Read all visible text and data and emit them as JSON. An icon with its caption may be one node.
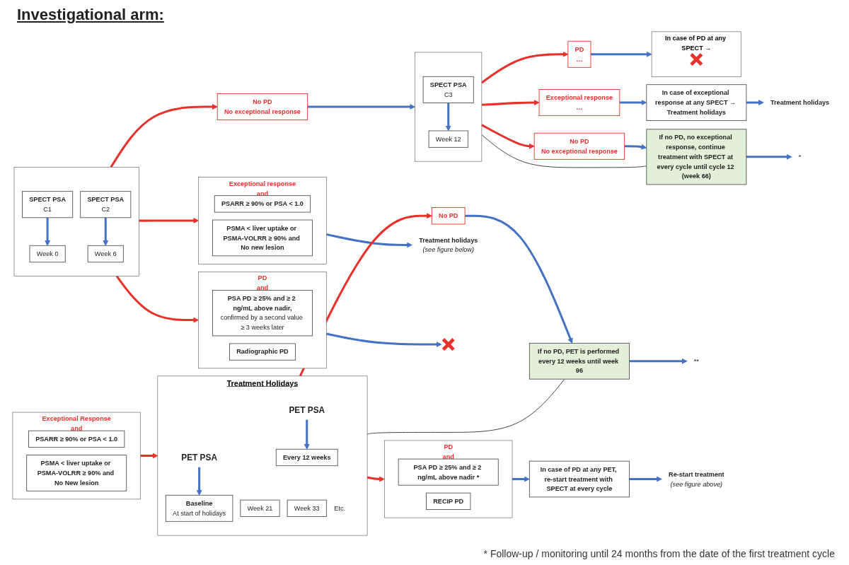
{
  "diagram": {
    "title": "Investigational arm:",
    "nodes": [
      {
        "text": [],
        "shape": "box"
      },
      {
        "text": [
          "SPECT PSA",
          "C1"
        ],
        "in": 0
      },
      {
        "text": [
          "SPECT PSA",
          "C2"
        ],
        "in": 0
      },
      {
        "text": [
          "Week 0"
        ],
        "in": 0
      },
      {
        "text": [
          "Week 6"
        ],
        "in": 0
      },
      {
        "text": [
          "Exceptional response",
          "and"
        ]
      },
      {
        "text": [
          "PSARR ≥ 90% or PSA < 1.0"
        ],
        "in": 5
      },
      {
        "text": [
          "PSMA < liver uptake or PSMA-VOLRR ≥ 90% and No new lesion"
        ],
        "in": 5
      },
      {
        "text": [
          "No PD",
          "No exceptional response"
        ]
      },
      {
        "text": [
          "PD",
          "and"
        ]
      },
      {
        "text": [
          "PSA PD ≥ 25% and ≥ 2 ng/mL above nadir,",
          "confirmed by a second value ≥ 3 weeks later"
        ],
        "in": 9
      },
      {
        "text": [
          "Radiographic PD"
        ],
        "in": 9
      },
      {
        "text": [
          "Treatment holidays",
          "(see figure below)"
        ]
      },
      {
        "text": [],
        "shape": "cross"
      },
      {
        "text": [],
        "shape": "box"
      },
      {
        "text": [
          "SPECT PSA",
          "C3"
        ],
        "in": 14
      },
      {
        "text": [
          "Week 12"
        ],
        "in": 14
      },
      {
        "text": [
          "Exceptional response",
          "…"
        ]
      },
      {
        "text": [
          "No PD",
          "No exceptional response"
        ]
      },
      {
        "text": [
          "PD",
          "…"
        ]
      },
      {
        "text": [
          "Treatment holidays"
        ]
      },
      {
        "text": [
          "In case of exceptional response at any SPECT → Treatment holidays"
        ]
      },
      {
        "text": [
          "If no PD, no exceptional response, continue treatment with SPECT at every cycle until cycle 12 (week 66)"
        ]
      },
      {
        "text": [
          "*"
        ]
      },
      {
        "text": [
          "In case of PD at any SPECT →"
        ]
      },
      {
        "text": [],
        "shape": "cross",
        "in": 24
      },
      {
        "text": [
          "Exceptional Response",
          "and"
        ]
      },
      {
        "text": [
          "PSARR ≥ 90% or PSA < 1.0"
        ],
        "in": 26
      },
      {
        "text": [
          "PSMA < liver uptake or PSMA-VOLRR ≥ 90% and No New lesion"
        ],
        "in": 26
      },
      {
        "text": [
          "Treatment Holidays"
        ]
      },
      {
        "text": [
          "PET PSA"
        ],
        "in": 29
      },
      {
        "text": [
          "PET PSA"
        ],
        "in": 29
      },
      {
        "text": [
          "Baseline",
          "At start of holidays"
        ],
        "in": 29
      },
      {
        "text": [
          "Every 12 weeks"
        ],
        "in": 29
      },
      {
        "text": [
          "Week 21"
        ],
        "in": 29
      },
      {
        "text": [
          "Week 33"
        ],
        "in": 29,
        "beside": [
          "Etc."
        ]
      },
      {
        "text": [
          "No PD"
        ]
      },
      {
        "text": [
          "PD",
          "and"
        ]
      },
      {
        "text": [
          "PSA PD ≥ 25% and ≥ 2 ng/mL above nadir *"
        ],
        "in": 37
      },
      {
        "text": [
          "RECIP PD"
        ],
        "in": 37
      },
      {
        "text": [
          "If no PD, PET is performed every 12 weeks until week 96"
        ]
      },
      {
        "text": [
          "**"
        ]
      },
      {
        "text": [
          "In case of PD at any PET, re-start treatment with SPECT at every cycle"
        ]
      },
      {
        "text": [
          "Re-start treatment",
          "(see figure above)"
        ]
      }
    ],
    "edges": [
      {
        "from": 1,
        "to": 3,
        "arrow": "to"
      },
      {
        "from": 2,
        "to": 4,
        "arrow": "to"
      },
      {
        "from": 0,
        "to": 5,
        "arrow": "to",
        "color": "#e8312a"
      },
      {
        "from": 0,
        "to": 8,
        "arrow": "to",
        "color": "#e8312a"
      },
      {
        "from": 0,
        "to": 9,
        "arrow": "to",
        "color": "#e8312a"
      },
      {
        "from": 5,
        "to": 12,
        "arrow": "to"
      },
      {
        "from": 8,
        "to": 14,
        "arrow": "to"
      },
      {
        "from": 9,
        "to": 13,
        "arrow": "to"
      },
      {
        "from": 15,
        "to": 16,
        "arrow": "to"
      },
      {
        "from": 14,
        "to": 17,
        "arrow": "to",
        "color": "#e8312a"
      },
      {
        "from": 14,
        "to": 18,
        "arrow": "to",
        "color": "#e8312a"
      },
      {
        "from": 14,
        "to": 19,
        "arrow": "to",
        "color": "#e8312a"
      },
      {
        "from": 17,
        "to": 21,
        "arrow": "to"
      },
      {
        "from": 18,
        "to": 22,
        "arrow": "to"
      },
      {
        "from": 19,
        "to": 24,
        "arrow": "to"
      },
      {
        "from": 21,
        "to": 20,
        "arrow": "to"
      },
      {
        "from": 22,
        "to": 23,
        "arrow": "to"
      },
      {
        "from": 22,
        "to": 14,
        "arrow": "none",
        "color": "#404040"
      },
      {
        "from": 26,
        "to": 29,
        "arrow": "to",
        "color": "#e8312a"
      },
      {
        "from": 30,
        "to": 32,
        "arrow": "to"
      },
      {
        "from": 31,
        "to": 33,
        "arrow": "to"
      },
      {
        "from": 29,
        "to": 36,
        "arrow": "to",
        "color": "#e8312a"
      },
      {
        "from": 29,
        "to": 37,
        "arrow": "to",
        "color": "#e8312a"
      },
      {
        "from": 36,
        "to": 40,
        "arrow": "to"
      },
      {
        "from": 40,
        "to": 41,
        "arrow": "to"
      },
      {
        "from": 37,
        "to": 42,
        "arrow": "to"
      },
      {
        "from": 42,
        "to": 43,
        "arrow": "to"
      },
      {
        "from": 40,
        "to": 29,
        "arrow": "none",
        "color": "#404040"
      }
    ],
    "labels": [
      "* Follow-up / monitoring until 24 months from the date of the first treatment cycle"
    ]
  }
}
